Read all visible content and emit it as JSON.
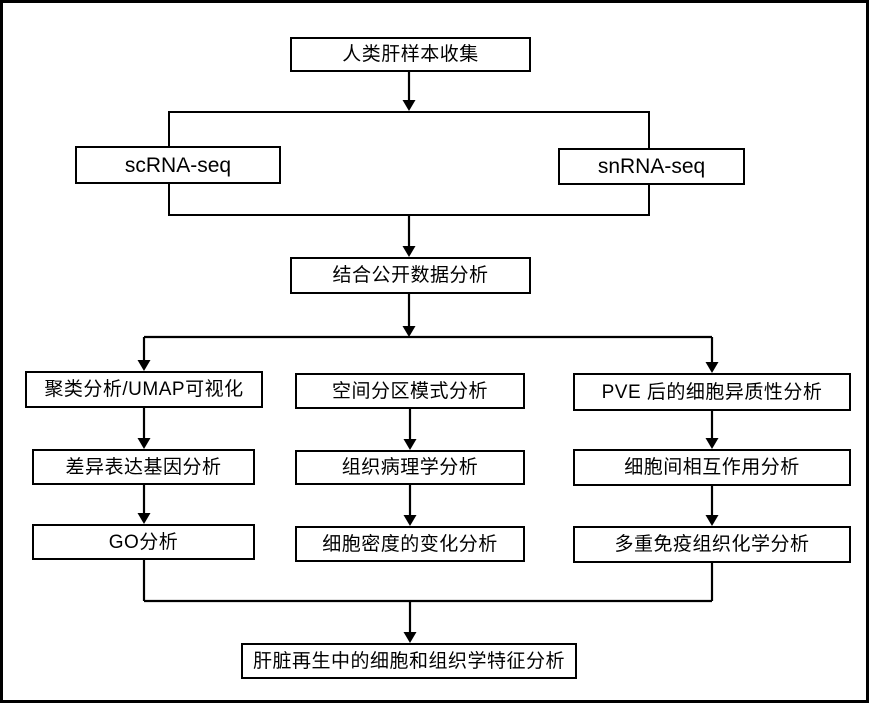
{
  "flowchart": {
    "top": {
      "label": "人类肝样本收集"
    },
    "sequencing": [
      {
        "label": "scRNA-seq"
      },
      {
        "label": "snRNA-seq"
      }
    ],
    "combine": {
      "label": "结合公开数据分析"
    },
    "columns": [
      {
        "steps": [
          "聚类分析/UMAP可视化",
          "差异表达基因分析",
          "GO分析"
        ]
      },
      {
        "steps": [
          "空间分区模式分析",
          "组织病理学分析",
          "细胞密度的变化分析"
        ]
      },
      {
        "steps": [
          "PVE 后的细胞异质性分析",
          "细胞间相互作用分析",
          "多重免疫组织化学分析"
        ]
      }
    ],
    "final": {
      "label": "肝脏再生中的细胞和组织学特征分析"
    }
  },
  "colors": {
    "box_border": "#000000",
    "box_fill": "#ffffff",
    "canvas_bg": "#ffffff",
    "text": "#000000"
  }
}
